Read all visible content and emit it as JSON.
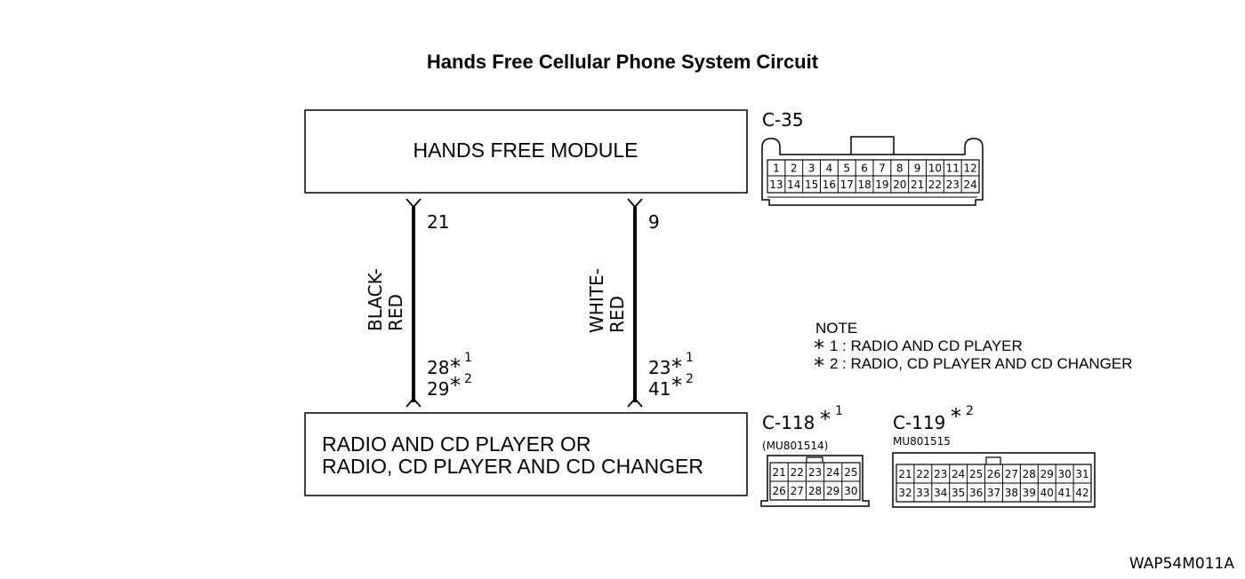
{
  "title": "Hands Free Cellular Phone System Circuit",
  "module_top": {
    "label": "HANDS FREE MODULE"
  },
  "module_bottom": {
    "line1": "RADIO AND CD PLAYER OR",
    "line2": "RADIO, CD PLAYER AND CD CHANGER"
  },
  "wires": [
    {
      "color_line1": "BLACK-",
      "color_line2": "RED",
      "top_pin": "21",
      "bottom_pin_1": "28",
      "bottom_pin_2": "29",
      "mark_1": "*",
      "sup_1": "1",
      "mark_2": "*",
      "sup_2": "2"
    },
    {
      "color_line1": "WHITE-",
      "color_line2": "RED",
      "top_pin": "9",
      "bottom_pin_1": "23",
      "bottom_pin_2": "41",
      "mark_1": "*",
      "sup_1": "1",
      "mark_2": "*",
      "sup_2": "2"
    }
  ],
  "connectors": {
    "c35": {
      "name": "C-35",
      "row1": [
        "1",
        "2",
        "3",
        "4",
        "5",
        "6",
        "7",
        "8",
        "9",
        "10",
        "11",
        "12"
      ],
      "row2": [
        "13",
        "14",
        "15",
        "16",
        "17",
        "18",
        "19",
        "20",
        "21",
        "22",
        "23",
        "24"
      ]
    },
    "c118": {
      "name": "C-118",
      "mark": "*",
      "sup": "1",
      "part": "(MU801514)",
      "row1": [
        "21",
        "22",
        "23",
        "24",
        "25"
      ],
      "row2": [
        "26",
        "27",
        "28",
        "29",
        "30"
      ]
    },
    "c119": {
      "name": "C-119",
      "mark": "*",
      "sup": "2",
      "part": "MU801515",
      "row1": [
        "21",
        "22",
        "23",
        "24",
        "25",
        "26",
        "27",
        "28",
        "29",
        "30",
        "31"
      ],
      "row2": [
        "32",
        "33",
        "34",
        "35",
        "36",
        "37",
        "38",
        "39",
        "40",
        "41",
        "42"
      ]
    }
  },
  "note": {
    "heading": "NOTE",
    "items": [
      {
        "mark": "*",
        "num": "1",
        "text": ": RADIO AND CD PLAYER"
      },
      {
        "mark": "*",
        "num": "2",
        "text": ": RADIO, CD PLAYER AND CD CHANGER"
      }
    ]
  },
  "figure_code": "WAP54M011A"
}
